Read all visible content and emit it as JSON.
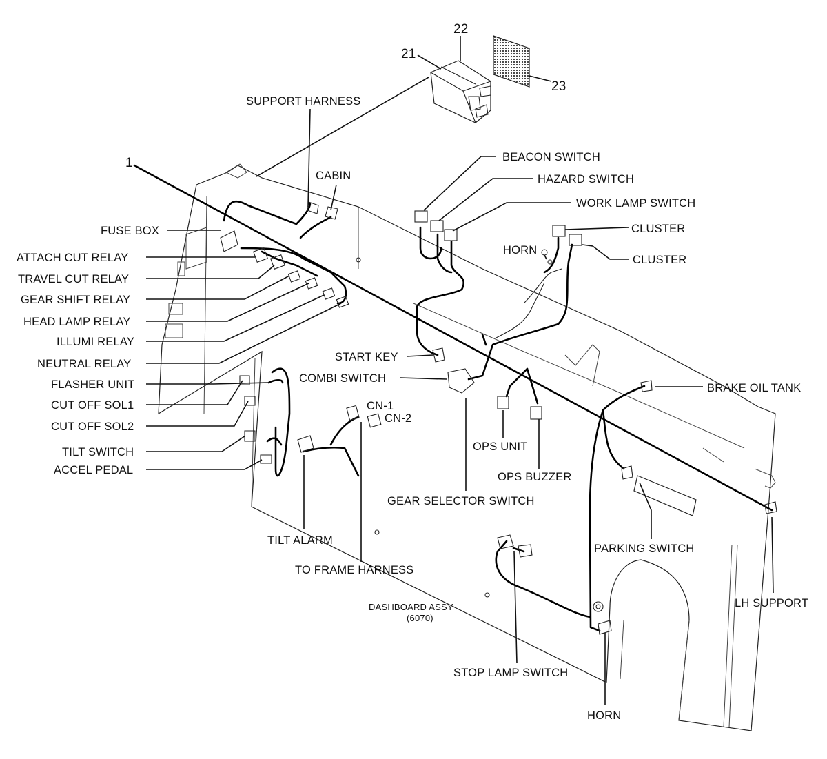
{
  "part_numbers": {
    "item_1": "1",
    "item_21": "21",
    "item_22": "22",
    "item_23": "23"
  },
  "labels": {
    "support_harness": "SUPPORT HARNESS",
    "cabin": "CABIN",
    "beacon_switch": "BEACON SWITCH",
    "hazard_switch": "HAZARD SWITCH",
    "work_lamp_switch": "WORK LAMP SWITCH",
    "cluster_1": "CLUSTER",
    "cluster_2": "CLUSTER",
    "horn_top": "HORN",
    "fuse_box": "FUSE BOX",
    "attach_cut_relay": "ATTACH CUT RELAY",
    "travel_cut_relay": "TRAVEL CUT RELAY",
    "gear_shift_relay": "GEAR SHIFT RELAY",
    "head_lamp_relay": "HEAD LAMP RELAY",
    "illumi_relay": "ILLUMI RELAY",
    "neutral_relay": "NEUTRAL RELAY",
    "flasher_unit": "FLASHER UNIT",
    "cut_off_sol1": "CUT OFF SOL1",
    "cut_off_sol2": "CUT OFF SOL2",
    "tilt_switch": "TILT SWITCH",
    "accel_pedal": "ACCEL PEDAL",
    "start_key": "START KEY",
    "combi_switch": "COMBI SWITCH",
    "cn1": "CN-1",
    "cn2": "CN-2",
    "ops_unit": "OPS UNIT",
    "ops_buzzer": "OPS BUZZER",
    "brake_oil_tank": "BRAKE OIL TANK",
    "gear_selector_switch": "GEAR SELECTOR SWITCH",
    "tilt_alarm": "TILT ALARM",
    "to_frame_harness": "TO FRAME HARNESS",
    "parking_switch": "PARKING SWITCH",
    "lh_support": "LH SUPPORT",
    "dashboard_assy": "DASHBOARD ASSY",
    "dashboard_assy_ref": "(6070)",
    "stop_lamp_switch": "STOP LAMP SWITCH",
    "horn_bottom": "HORN"
  }
}
